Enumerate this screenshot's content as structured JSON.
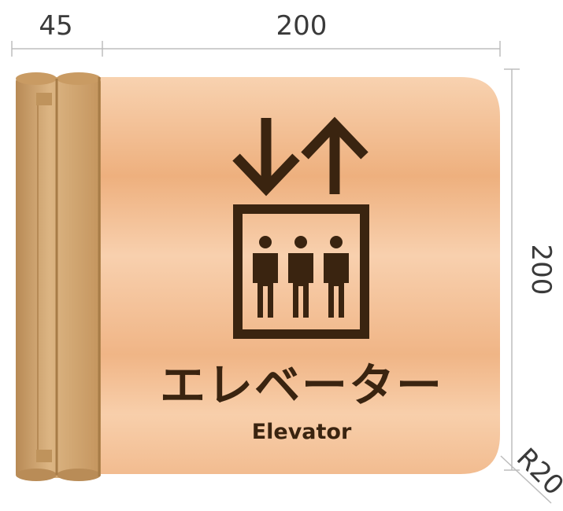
{
  "dimensions": {
    "mount_width": "45",
    "plate_width": "200",
    "plate_height": "200",
    "corner_radius": "R20"
  },
  "sign": {
    "label_jp": "エレベーター",
    "label_en": "Elevator",
    "icons": [
      "arrow-down-icon",
      "arrow-up-icon",
      "elevator-car-icon",
      "person-icon"
    ]
  },
  "colors": {
    "plate_light": "#f6c9a2",
    "plate_dark": "#efb07e",
    "mount": "#cfa571",
    "symbol": "#3a2410",
    "dimension_line": "#bdbdbd"
  }
}
